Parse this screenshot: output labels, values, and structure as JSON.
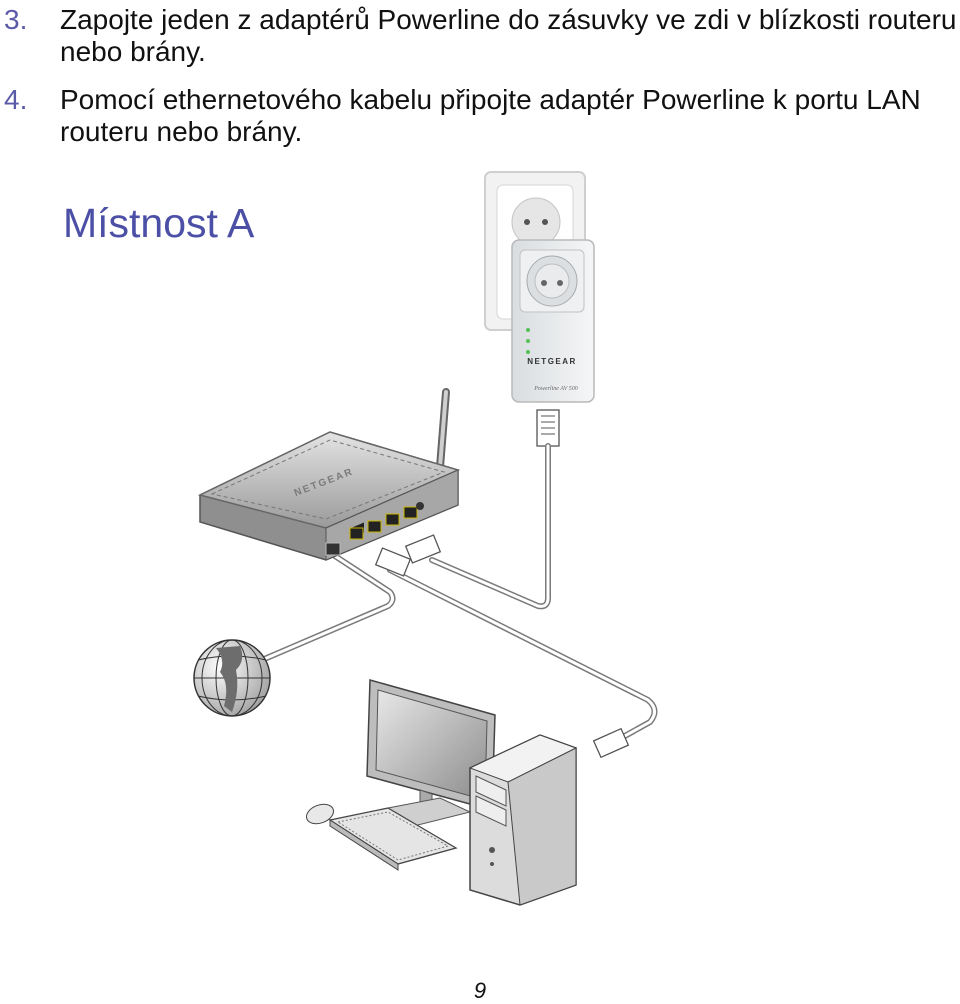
{
  "steps": [
    {
      "number": "3.",
      "text": "Zapojte jeden z adaptérů Powerline do zásuvky ve zdi v blízkosti routeru nebo brány."
    },
    {
      "number": "4.",
      "text": "Pomocí ethernetového kabelu připojte adaptér Powerline k portu LAN routeru nebo brány."
    }
  ],
  "room_label": "Místnost A",
  "adapter_brand": "NETGEAR",
  "adapter_model": "Powerline AV 500",
  "router_brand": "NETGEAR",
  "page_number": "9",
  "colors": {
    "accent": "#4b4fa6",
    "number": "#5a5aa8"
  }
}
